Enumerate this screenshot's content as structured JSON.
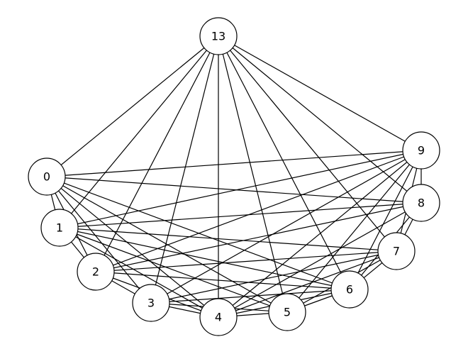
{
  "nodes": [
    {
      "id": "n0",
      "label": "0"
    },
    {
      "id": "n1",
      "label": "1"
    },
    {
      "id": "n2",
      "label": "2"
    },
    {
      "id": "n3",
      "label": "3"
    },
    {
      "id": "n4",
      "label": "4"
    },
    {
      "id": "n5",
      "label": "5"
    },
    {
      "id": "n6",
      "label": "6"
    },
    {
      "id": "n7",
      "label": "7"
    },
    {
      "id": "n8",
      "label": "8"
    },
    {
      "id": "n9",
      "label": "9"
    },
    {
      "id": "n13",
      "label": "13"
    }
  ],
  "edges": [
    [
      "n13",
      "n0"
    ],
    [
      "n13",
      "n1"
    ],
    [
      "n13",
      "n2"
    ],
    [
      "n13",
      "n3"
    ],
    [
      "n13",
      "n4"
    ],
    [
      "n13",
      "n5"
    ],
    [
      "n13",
      "n6"
    ],
    [
      "n13",
      "n7"
    ],
    [
      "n13",
      "n8"
    ],
    [
      "n13",
      "n9"
    ],
    [
      "n0",
      "n1"
    ],
    [
      "n0",
      "n2"
    ],
    [
      "n0",
      "n3"
    ],
    [
      "n0",
      "n4"
    ],
    [
      "n0",
      "n5"
    ],
    [
      "n0",
      "n6"
    ],
    [
      "n0",
      "n8"
    ],
    [
      "n0",
      "n9"
    ],
    [
      "n1",
      "n2"
    ],
    [
      "n1",
      "n4"
    ],
    [
      "n1",
      "n5"
    ],
    [
      "n1",
      "n6"
    ],
    [
      "n1",
      "n7"
    ],
    [
      "n1",
      "n8"
    ],
    [
      "n1",
      "n9"
    ],
    [
      "n2",
      "n3"
    ],
    [
      "n2",
      "n4"
    ],
    [
      "n2",
      "n6"
    ],
    [
      "n2",
      "n7"
    ],
    [
      "n2",
      "n8"
    ],
    [
      "n2",
      "n9"
    ],
    [
      "n3",
      "n4"
    ],
    [
      "n3",
      "n5"
    ],
    [
      "n3",
      "n6"
    ],
    [
      "n3",
      "n7"
    ],
    [
      "n3",
      "n9"
    ],
    [
      "n4",
      "n5"
    ],
    [
      "n4",
      "n6"
    ],
    [
      "n4",
      "n7"
    ],
    [
      "n4",
      "n8"
    ],
    [
      "n4",
      "n9"
    ],
    [
      "n5",
      "n6"
    ],
    [
      "n5",
      "n7"
    ],
    [
      "n5",
      "n9"
    ],
    [
      "n6",
      "n7"
    ],
    [
      "n6",
      "n8"
    ],
    [
      "n6",
      "n9"
    ],
    [
      "n7",
      "n8"
    ],
    [
      "n7",
      "n9"
    ],
    [
      "n8",
      "n9"
    ]
  ]
}
